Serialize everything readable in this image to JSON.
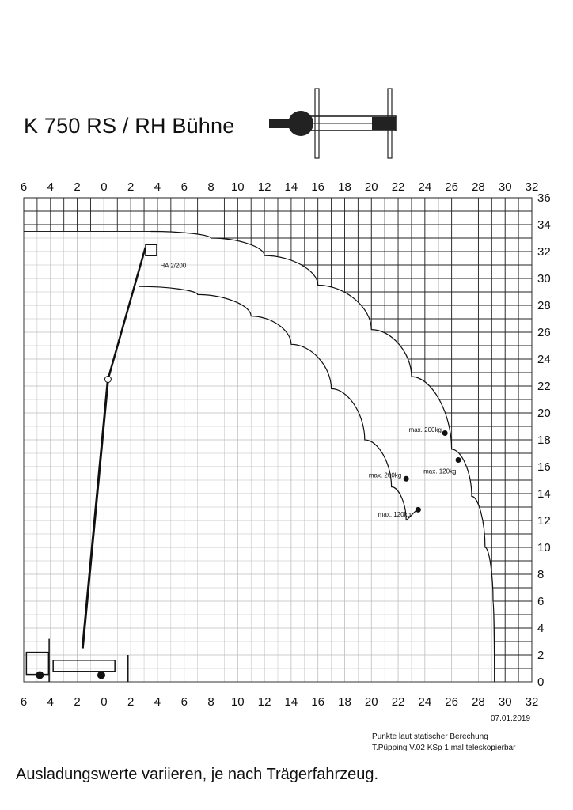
{
  "title": "K 750 RS / RH Bühne",
  "date": "07.01.2019",
  "note_line1": "Punkte laut statischer Berechung",
  "note_line2": "T.Püpping V.02 KSp 1 mal teleskopierbar",
  "footer": "Ausladungswerte variieren, je nach Trägerfahrzeug.",
  "chart_data": {
    "type": "line",
    "title": "K 750 RS / RH Bühne",
    "xlabel": "",
    "ylabel": "",
    "xlim": [
      -6,
      32
    ],
    "ylim": [
      0,
      36
    ],
    "x_tick_labels": [
      "6",
      "4",
      "2",
      "0",
      "2",
      "4",
      "6",
      "8",
      "10",
      "12",
      "14",
      "16",
      "18",
      "20",
      "22",
      "24",
      "26",
      "28",
      "30",
      "32"
    ],
    "y_tick_labels": [
      "0",
      "2",
      "4",
      "6",
      "8",
      "10",
      "12",
      "14",
      "16",
      "18",
      "20",
      "22",
      "24",
      "26",
      "28",
      "30",
      "32",
      "34",
      "36"
    ],
    "grid": true,
    "series": [
      {
        "values": [
          [
            3.5,
            33.5
          ],
          [
            8,
            33.0
          ],
          [
            12,
            31.7
          ],
          [
            16,
            29.5
          ],
          [
            20,
            26.2
          ],
          [
            23,
            22.7
          ],
          [
            26,
            17.3
          ],
          [
            27.5,
            13.8
          ],
          [
            28.5,
            10.0
          ],
          [
            29.1,
            6.0
          ],
          [
            29.2,
            0
          ]
        ]
      },
      {
        "values": [
          [
            2.6,
            29.4
          ],
          [
            7,
            28.8
          ],
          [
            11,
            27.2
          ],
          [
            14,
            25.1
          ],
          [
            17,
            21.8
          ],
          [
            19.5,
            18.0
          ],
          [
            21.5,
            14.5
          ],
          [
            22.6,
            12.0
          ],
          [
            23.4,
            12.8
          ]
        ]
      }
    ],
    "annotations": [
      {
        "text": "HA 2/200",
        "x": 4.2,
        "y": 30.8
      },
      {
        "text": "max. 200kg",
        "x": 22.8,
        "y": 18.6,
        "point": [
          25.5,
          18.5
        ]
      },
      {
        "text": "max. 120kg",
        "x": 23.9,
        "y": 15.5,
        "point": [
          26.5,
          16.5
        ]
      },
      {
        "text": "max. 200kg",
        "x": 19.8,
        "y": 15.2,
        "point": [
          22.6,
          15.1
        ]
      },
      {
        "text": "max. 120kg",
        "x": 20.5,
        "y": 12.3,
        "point": [
          23.5,
          12.8
        ]
      }
    ],
    "hatched_region": "outside envelope, y < 34, x up to 32"
  }
}
